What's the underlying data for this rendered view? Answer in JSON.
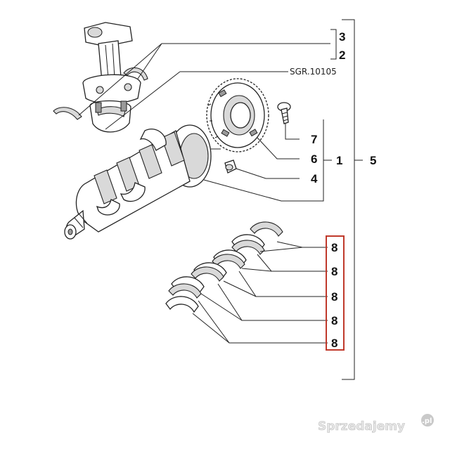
{
  "diagram": {
    "reference_code": "SGR.10105",
    "labels": {
      "p3": "3",
      "p2": "2",
      "p7": "7",
      "p6": "6",
      "p4": "4",
      "p1": "1",
      "p5": "5",
      "p8": [
        "8",
        "8",
        "8",
        "8",
        "8"
      ]
    },
    "highlight_color": "#c0392b"
  },
  "watermark": {
    "text": "Sprzedajemy",
    "suffix": ".pl"
  }
}
